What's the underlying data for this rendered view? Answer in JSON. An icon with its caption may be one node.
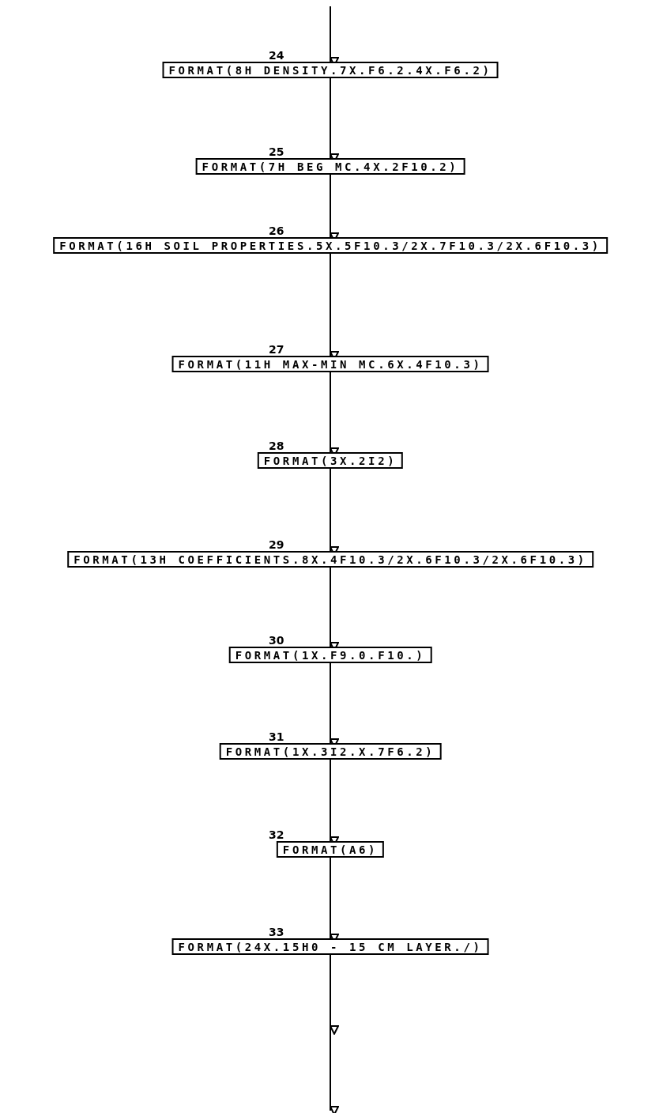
{
  "diagram": {
    "nodes": [
      {
        "text": [
          "FORMAT(8H DENSITY.7X.F6.2.4X.F6.2)"
        ],
        "beside": [
          "24"
        ]
      },
      {
        "text": [
          "FORMAT(7H BEG MC.4X.2F10.2)"
        ],
        "beside": [
          "25"
        ]
      },
      {
        "text": [
          "FORMAT(16H SOIL PROPERTIES.5X.5F10.3/2X.7F10.3/2X.6F10.3)"
        ],
        "beside": [
          "26"
        ]
      },
      {
        "text": [
          "FORMAT(11H MAX-MIN MC.6X.4F10.3)"
        ],
        "beside": [
          "27"
        ]
      },
      {
        "text": [
          "FORMAT(3X.2I2)"
        ],
        "beside": [
          "28"
        ]
      },
      {
        "text": [
          "FORMAT(13H COEFFICIENTS.8X.4F10.3/2X.6F10.3/2X.6F10.3)"
        ],
        "beside": [
          "29"
        ]
      },
      {
        "text": [
          "FORMAT(1X.F9.0.F10.)"
        ],
        "beside": [
          "30"
        ]
      },
      {
        "text": [
          "FORMAT(1X.3I2.X.7F6.2)"
        ],
        "beside": [
          "31"
        ]
      },
      {
        "text": [
          "FORMAT(A6)"
        ],
        "beside": [
          "32"
        ]
      },
      {
        "text": [
          "FORMAT(24X.15H0 - 15 CM LAYER./)"
        ],
        "beside": [
          "33"
        ]
      }
    ],
    "edges": [
      {
        "from": null,
        "to": 0,
        "arrow": "to"
      },
      {
        "from": 0,
        "to": 1,
        "arrow": "to"
      },
      {
        "from": 1,
        "to": 2,
        "arrow": "to"
      },
      {
        "from": 2,
        "to": 3,
        "arrow": "to"
      },
      {
        "from": 3,
        "to": 4,
        "arrow": "to"
      },
      {
        "from": 4,
        "to": 5,
        "arrow": "to"
      },
      {
        "from": 5,
        "to": 6,
        "arrow": "to"
      },
      {
        "from": 6,
        "to": 7,
        "arrow": "to"
      },
      {
        "from": 7,
        "to": 8,
        "arrow": "to"
      },
      {
        "from": 8,
        "to": 9,
        "arrow": "to"
      },
      {
        "from": 9,
        "to": null,
        "arrow": "to"
      }
    ]
  }
}
